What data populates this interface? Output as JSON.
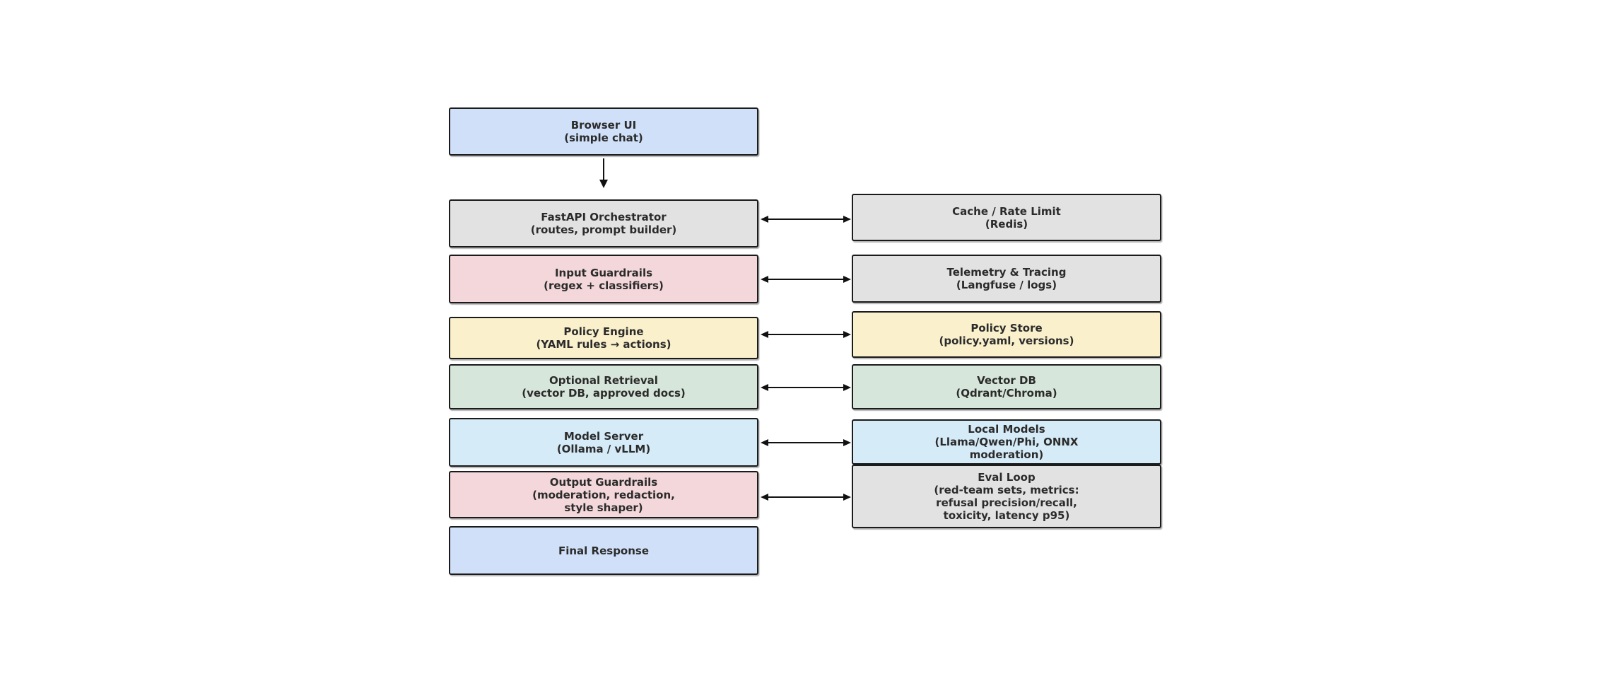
{
  "diagram": {
    "palette": {
      "blue": "#cfe0f8",
      "gray": "#e2e2e3",
      "pink": "#f3d7da",
      "yellow": "#faf0cc",
      "green": "#d6e6da",
      "cyan": "#d5ebf8",
      "border": "#1b1b1b",
      "text": "#2b2b2b",
      "arrow": "#111111"
    },
    "nodes": {
      "browser_ui": {
        "color": "#cfe0f8",
        "lines": [
          "Browser UI",
          "(simple chat)"
        ]
      },
      "fastapi_orchestrator": {
        "color": "#e2e2e3",
        "lines": [
          "FastAPI Orchestrator",
          "(routes, prompt builder)"
        ]
      },
      "input_guardrails": {
        "color": "#f3d7da",
        "lines": [
          "Input Guardrails",
          "(regex + classifiers)"
        ]
      },
      "policy_engine": {
        "color": "#faf0cc",
        "lines": [
          "Policy Engine",
          "(YAML rules → actions)"
        ]
      },
      "optional_retrieval": {
        "color": "#d6e6da",
        "lines": [
          "Optional Retrieval",
          "(vector DB, approved docs)"
        ]
      },
      "model_server": {
        "color": "#d5ebf8",
        "lines": [
          "Model Server",
          "(Ollama / vLLM)"
        ]
      },
      "output_guardrails": {
        "color": "#f3d7da",
        "lines": [
          "Output Guardrails",
          "(moderation, redaction,",
          "style shaper)"
        ]
      },
      "final_response": {
        "color": "#cfe0f8",
        "lines": [
          "Final Response"
        ]
      },
      "cache_rate_limit": {
        "color": "#e2e2e3",
        "lines": [
          "Cache / Rate Limit",
          "(Redis)"
        ]
      },
      "telemetry_tracing": {
        "color": "#e2e2e3",
        "lines": [
          "Telemetry & Tracing",
          "(Langfuse / logs)"
        ]
      },
      "policy_store": {
        "color": "#faf0cc",
        "lines": [
          "Policy Store",
          "(policy.yaml, versions)"
        ]
      },
      "vector_db": {
        "color": "#d6e6da",
        "lines": [
          "Vector DB",
          "(Qdrant/Chroma)"
        ]
      },
      "local_models": {
        "color": "#d5ebf8",
        "lines": [
          "Local Models",
          "(Llama/Qwen/Phi, ONNX",
          "moderation)"
        ]
      },
      "eval_loop": {
        "color": "#e2e2e3",
        "lines": [
          "Eval Loop",
          "(red-team sets, metrics:",
          "refusal precision/recall,",
          "toxicity, latency p95)"
        ]
      }
    },
    "edges": [
      {
        "from": "browser_ui",
        "to": "fastapi_orchestrator",
        "direction": "down"
      },
      {
        "from": "fastapi_orchestrator",
        "to": "cache_rate_limit",
        "direction": "both"
      },
      {
        "from": "input_guardrails",
        "to": "telemetry_tracing",
        "direction": "both"
      },
      {
        "from": "policy_engine",
        "to": "policy_store",
        "direction": "both"
      },
      {
        "from": "optional_retrieval",
        "to": "vector_db",
        "direction": "both"
      },
      {
        "from": "model_server",
        "to": "local_models",
        "direction": "both"
      },
      {
        "from": "output_guardrails",
        "to": "eval_loop",
        "direction": "both"
      }
    ]
  }
}
